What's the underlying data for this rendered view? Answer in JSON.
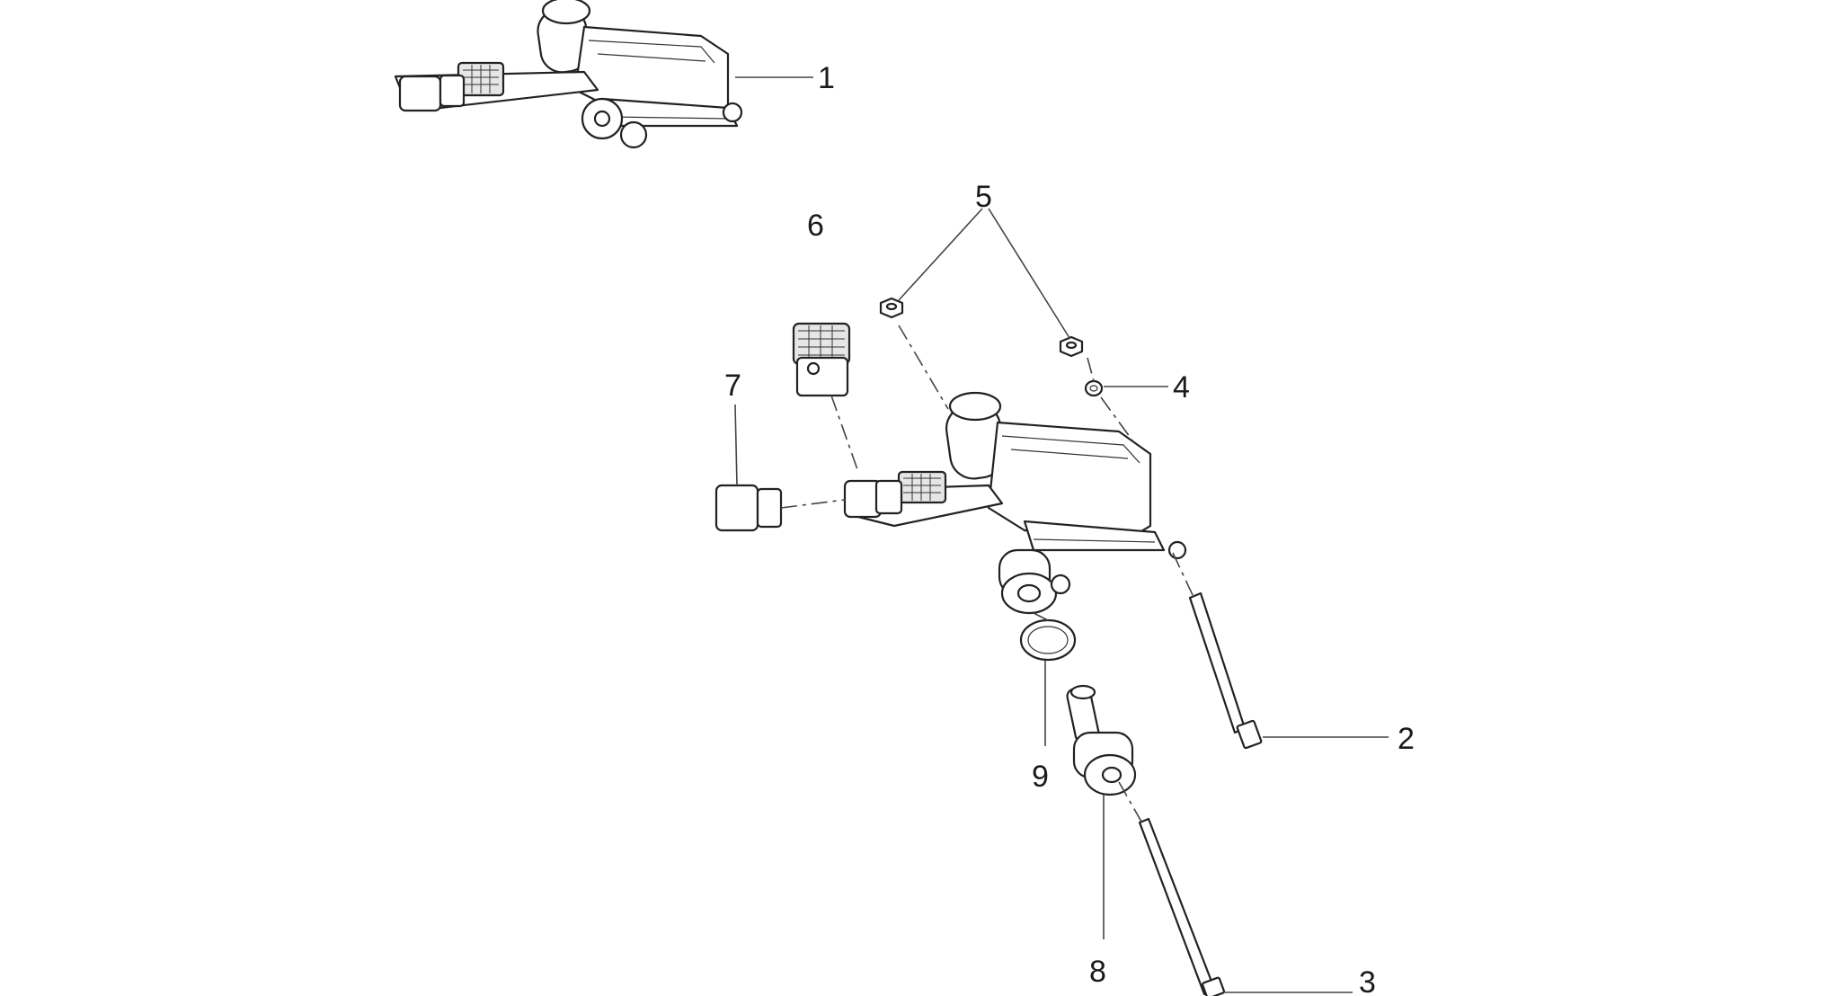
{
  "callouts": {
    "c1": "1",
    "c2": "2",
    "c3": "3",
    "c4": "4",
    "c5": "5",
    "c6": "6",
    "c7": "7",
    "c8": "8",
    "c9": "9"
  },
  "colors": {
    "line": "#222222",
    "background": "#ffffff"
  }
}
